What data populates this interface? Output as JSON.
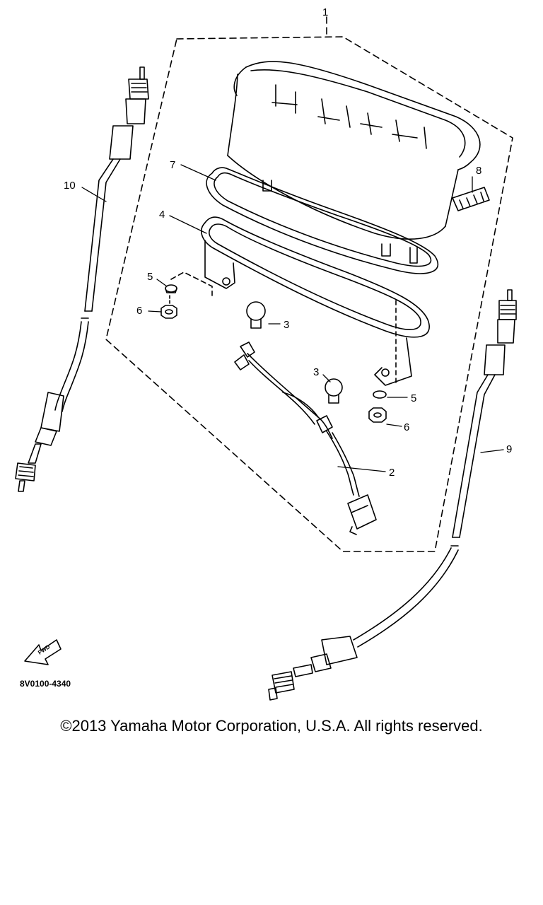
{
  "callouts": {
    "assembly": "1",
    "lead_wire": "2",
    "bulb_left": "3",
    "bulb_right": "3",
    "bracket": "4",
    "washer_left": "5",
    "washer_right": "5",
    "nut_left": "6",
    "nut_right": "6",
    "gasket": "7",
    "knob": "8",
    "cable_right": "9",
    "cable_left": "10"
  },
  "diagram_code": "8V0100-4340",
  "find_label": "FWD",
  "copyright": "©2013 Yamaha Motor Corporation, U.S.A. All rights reserved."
}
